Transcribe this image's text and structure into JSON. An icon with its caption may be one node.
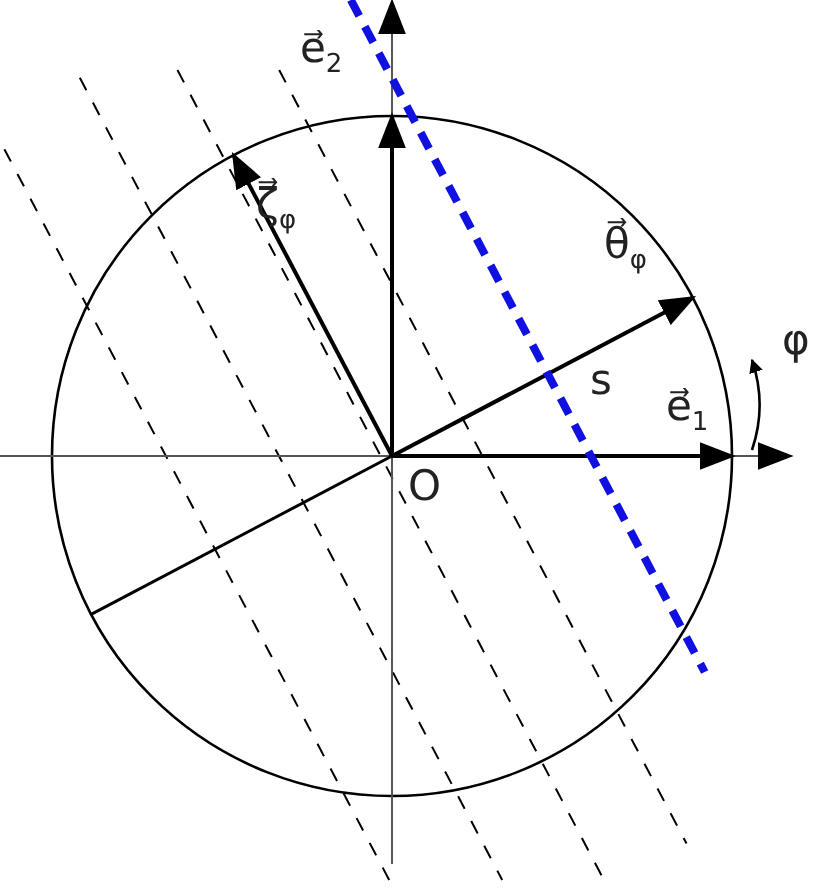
{
  "diagram": {
    "labels": [
      "e⃗$_{2}$",
      "ζ⃗$_{φ}$",
      "θ⃗$_{φ}$",
      "s",
      "e⃗$_{1}$",
      "φ",
      "O"
    ]
  }
}
